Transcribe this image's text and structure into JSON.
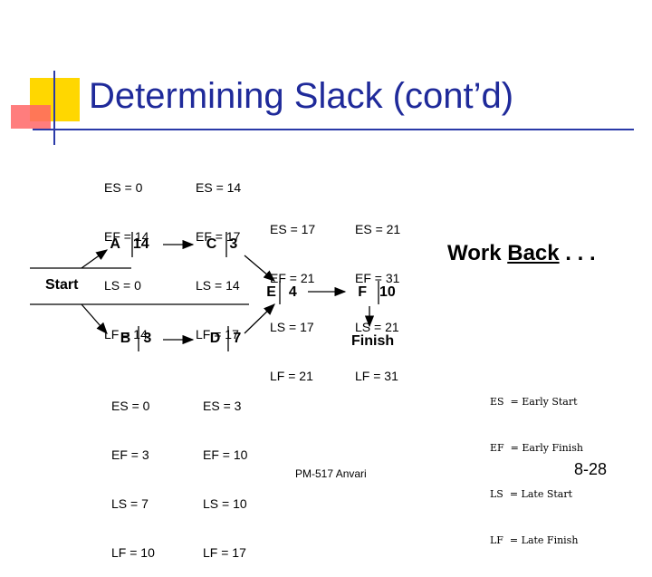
{
  "slide": {
    "title": "Determining Slack (cont’d)",
    "work_back_prefix": "Work ",
    "work_back_link": "Back",
    "work_back_suffix": " . . .",
    "footer": "PM-517   Anvari",
    "page_number": "8-28"
  },
  "nodes": {
    "start": {
      "label": "Start"
    },
    "finish": {
      "label": "Finish"
    },
    "A": {
      "name": "A",
      "duration": "14",
      "es": "ES = 0",
      "ef": "EF = 14",
      "ls": "LS = 0",
      "lf": "LF = 14"
    },
    "C": {
      "name": "C",
      "duration": "3",
      "es": "ES = 14",
      "ef": "EF = 17",
      "ls": "LS = 14",
      "lf": "LF = 17"
    },
    "E": {
      "name": "E",
      "duration": "4",
      "es": "ES = 17",
      "ef": "EF = 21",
      "ls": "LS = 17",
      "lf": "LF = 21"
    },
    "F": {
      "name": "F",
      "duration": "10",
      "es": "ES = 21",
      "ef": "EF = 31",
      "ls": "LS = 21",
      "lf": "LF = 31"
    },
    "B": {
      "name": "B",
      "duration": "3",
      "es": "ES = 0",
      "ef": "EF = 3",
      "ls": "LS = 7",
      "lf": "LF = 10"
    },
    "D": {
      "name": "D",
      "duration": "7",
      "es": "ES = 3",
      "ef": "EF = 10",
      "ls": "LS = 10",
      "lf": "LF = 17"
    }
  },
  "legend": [
    "ES  = Early Start",
    "EF  = Early Finish",
    "LS  = Late Start",
    "LF  = Late Finish"
  ],
  "colors": {
    "title": "#1f2a9a",
    "deco_yellow": "#ffd700",
    "deco_red": "#ff4d4d",
    "deco_blue": "#2a3aa8"
  }
}
